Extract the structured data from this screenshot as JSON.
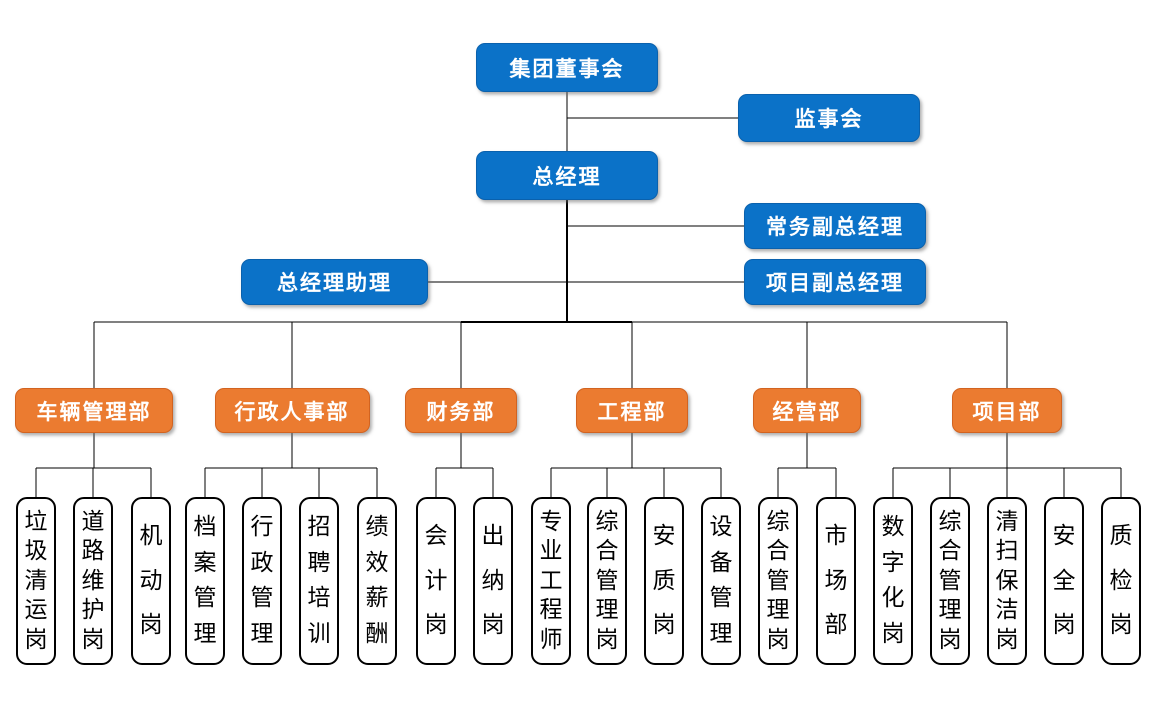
{
  "diagram": {
    "type": "org-chart",
    "board": {
      "label": "集团董事会"
    },
    "supervisory": {
      "label": "监事会"
    },
    "general_manager": {
      "label": "总经理"
    },
    "exec_deputy_gm": {
      "label": "常务副总经理"
    },
    "project_deputy_gm": {
      "label": "项目副总经理"
    },
    "gm_assistant": {
      "label": "总经理助理"
    },
    "departments": [
      {
        "label": "车辆管理部",
        "positions": [
          "垃圾清运岗",
          "道路维护岗",
          "机动岗"
        ]
      },
      {
        "label": "行政人事部",
        "positions": [
          "档案管理",
          "行政管理",
          "招聘培训",
          "绩效薪酬"
        ]
      },
      {
        "label": "财务部",
        "positions": [
          "会计岗",
          "出纳岗"
        ]
      },
      {
        "label": "工程部",
        "positions": [
          "专业工程师",
          "综合管理岗",
          "安质岗",
          "设备管理"
        ]
      },
      {
        "label": "经营部",
        "positions": [
          "综合管理岗",
          "市场部"
        ]
      },
      {
        "label": "项目部",
        "positions": [
          "数字化岗",
          "综合管理岗",
          "清扫保洁岗",
          "安全岗",
          "质检岗"
        ]
      }
    ]
  },
  "colors": {
    "executive_blue": "#0b72c8",
    "executive_blue_border": "#0a61ad",
    "department_orange": "#eb7b30",
    "department_orange_border": "#d26320",
    "position_bg": "#ffffff",
    "position_border": "#000000",
    "connector_line": "#000000"
  }
}
